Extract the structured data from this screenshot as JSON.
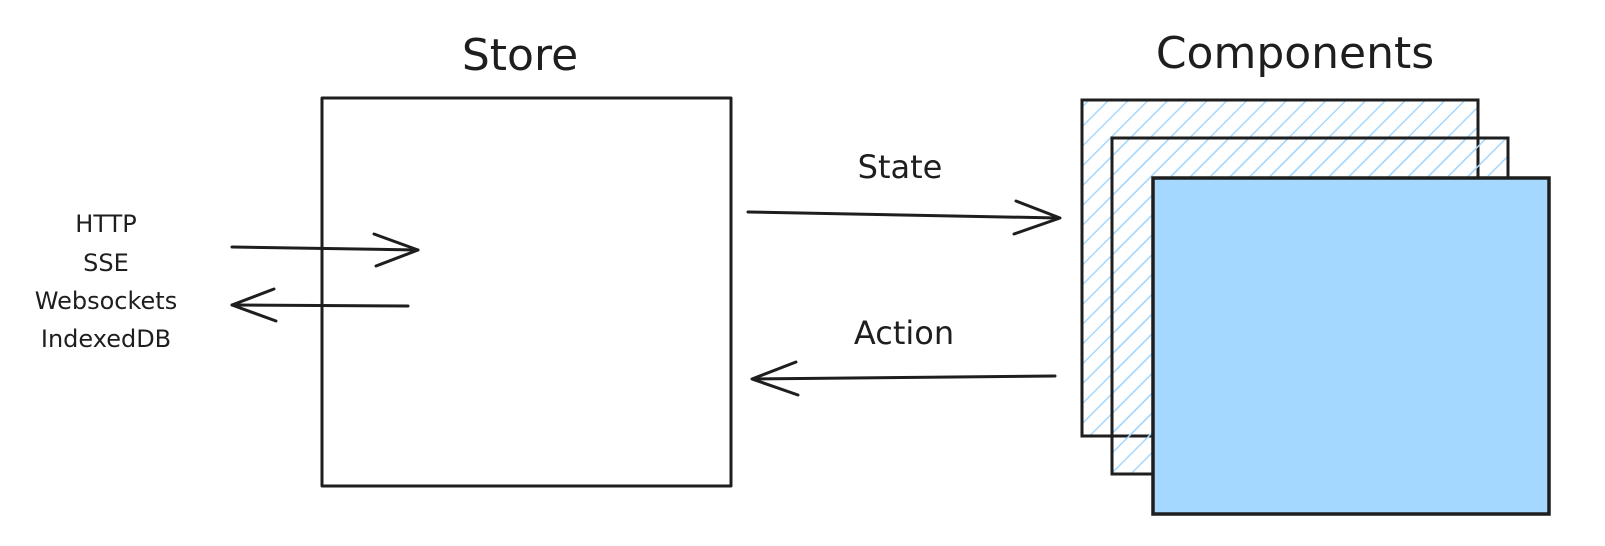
{
  "store": {
    "title": "Store"
  },
  "components": {
    "title": "Components",
    "fill_color": "#a5d8ff",
    "stack_count": 3
  },
  "flows": {
    "state_label": "State",
    "action_label": "Action"
  },
  "sources": {
    "items": [
      "HTTP",
      "SSE",
      "Websockets",
      "IndexedDB"
    ]
  },
  "colors": {
    "stroke": "#1e1e1e",
    "component_fill": "#a5d8ff",
    "hatch": "#a5d8ff",
    "background": "#ffffff"
  }
}
